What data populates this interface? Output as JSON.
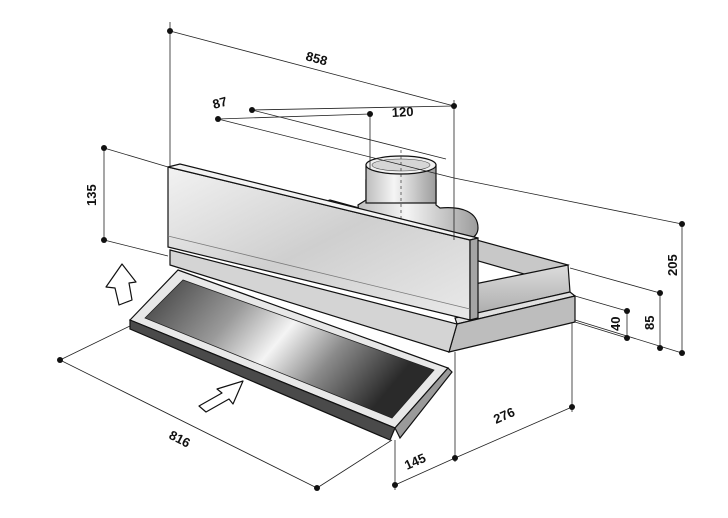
{
  "diagram": {
    "dimensions": {
      "total_width": "858",
      "duct_offset": "87",
      "duct_diameter": "120",
      "front_height": "135",
      "total_height": "205",
      "body_height": "85",
      "flange_height": "40",
      "depth": "276",
      "glass_depth": "145",
      "glass_width": "816"
    },
    "colors": {
      "outline": "#111111",
      "panel_light": "#e6e6e6",
      "panel_mid": "#c9c9c9",
      "panel_dark": "#8f8f8f",
      "background": "#ffffff"
    },
    "icons": [
      "arrow-up-icon",
      "arrow-diagonal-icon"
    ]
  }
}
